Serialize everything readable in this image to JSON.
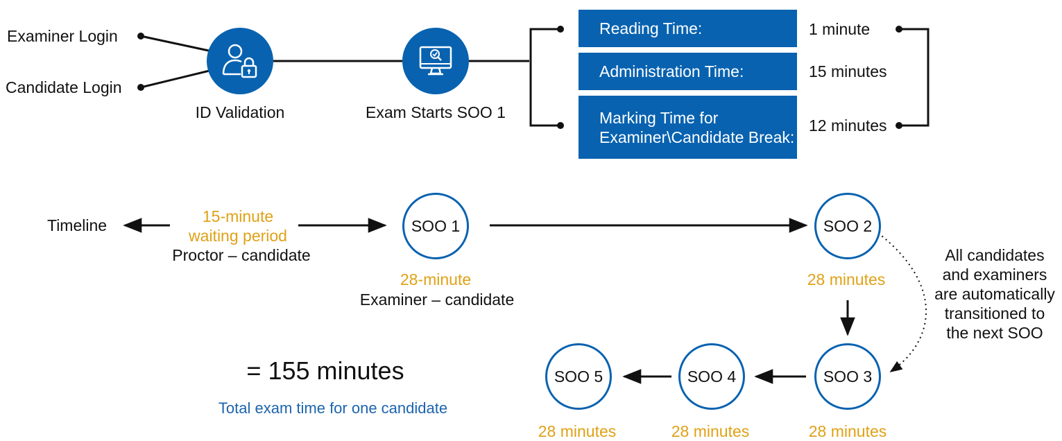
{
  "login": {
    "examiner": "Examiner Login",
    "candidate": "Candidate Login",
    "id_validation": "ID Validation",
    "exam_starts": "Exam Starts SOO 1"
  },
  "breakdown": [
    {
      "label": "Reading Time:",
      "value": "1 minute"
    },
    {
      "label": "Administration Time:",
      "value": "15 minutes"
    },
    {
      "label": "Marking Time for\nExaminer\\Candidate Break:",
      "value": "12 minutes"
    }
  ],
  "timeline": {
    "label": "Timeline",
    "waiting_line1": "15-minute",
    "waiting_line2": "waiting period",
    "proctor": "Proctor – candidate",
    "soo1_time": "28-minute",
    "soo1_desc": "Examiner – candidate"
  },
  "stations": [
    {
      "label": "SOO 1"
    },
    {
      "label": "SOO 2",
      "time": "28 minutes"
    },
    {
      "label": "SOO 3",
      "time": "28 minutes"
    },
    {
      "label": "SOO 4",
      "time": "28 minutes"
    },
    {
      "label": "SOO 5",
      "time": "28 minutes"
    }
  ],
  "note": {
    "line1": "All candidates",
    "line2": "and examiners",
    "line3": "are automatically",
    "line4": "transitioned to",
    "line5": "the next SOO"
  },
  "total": {
    "value": "= 155 minutes",
    "caption": "Total exam time for one candidate"
  },
  "colors": {
    "primary": "#0862b0",
    "accent": "#e0a116"
  }
}
